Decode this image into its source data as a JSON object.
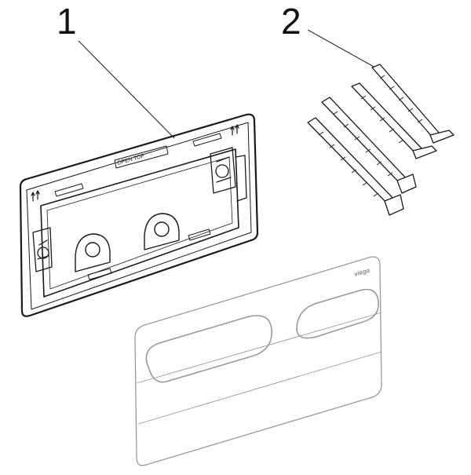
{
  "callouts": {
    "frame": "1",
    "rods": "2"
  },
  "frame_label": "OPEN TOP",
  "plate_logo": "viega",
  "colors": {
    "line": "#1a1a1a",
    "hatch": "#444444",
    "leader": "#333333",
    "plate_edge": "#9a9a9a",
    "background": "#ffffff"
  }
}
